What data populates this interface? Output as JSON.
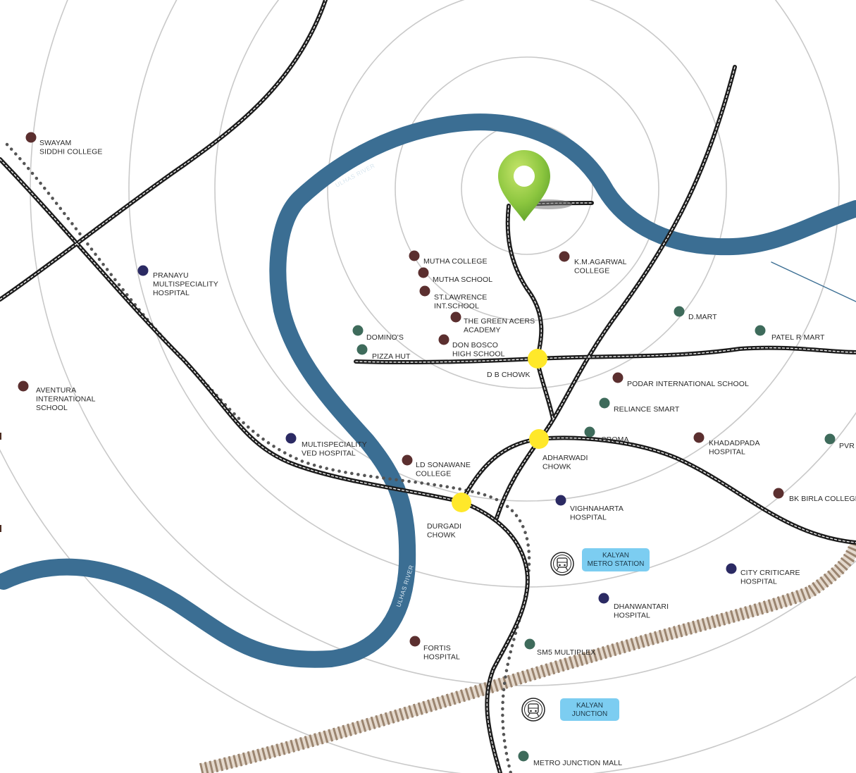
{
  "map": {
    "rivers": [
      {
        "id": "river-north",
        "label": "ULHAS RIVER"
      },
      {
        "id": "river-west",
        "label": "ULHAS RIVER"
      }
    ],
    "chowks": [
      {
        "id": "db-chowk",
        "lines": [
          "D B CHOWK"
        ]
      },
      {
        "id": "adharwadi-chowk",
        "lines": [
          "ADHARWADI",
          "CHOWK"
        ]
      },
      {
        "id": "durgadi-chowk",
        "lines": [
          "DURGADI",
          "CHOWK"
        ]
      }
    ],
    "stations": [
      {
        "id": "kalyan-metro-station",
        "lines": [
          "KALYAN",
          "METRO STATION"
        ],
        "icon": "metro-train-icon"
      },
      {
        "id": "kalyan-junction",
        "lines": [
          "KALYAN",
          "JUNCTION"
        ],
        "icon": "railway-train-icon"
      }
    ],
    "legend_colors": {
      "education": "#5b2f2f",
      "healthcare": "#2b2a63",
      "shopping_food": "#3e6b5b",
      "river": "#3b6e93",
      "chowk": "#ffe82a",
      "station_badge": "#7ccdf1",
      "rail_track": "#9b8570",
      "pin": "#8cc63f"
    },
    "pois": [
      {
        "id": "swayam-siddhi-college",
        "category": "education",
        "lines": [
          "SWAYAM",
          "SIDDHI COLLEGE"
        ]
      },
      {
        "id": "pranayu-hospital",
        "category": "healthcare",
        "lines": [
          "PRANAYU",
          "MULTISPECIALITY",
          "HOSPITAL"
        ]
      },
      {
        "id": "aventura-school",
        "category": "education",
        "lines": [
          "AVENTURA",
          "INTERNATIONAL",
          "SCHOOL"
        ]
      },
      {
        "id": "mutha-college",
        "category": "education",
        "lines": [
          "MUTHA COLLEGE"
        ]
      },
      {
        "id": "mutha-school",
        "category": "education",
        "lines": [
          "MUTHA SCHOOL"
        ]
      },
      {
        "id": "st-lawrence-school",
        "category": "education",
        "lines": [
          "ST.LAWRENCE",
          "INT.SCHOOL"
        ]
      },
      {
        "id": "km-agarwal-college",
        "category": "education",
        "lines": [
          "K.M.AGARWAL",
          "COLLEGE"
        ]
      },
      {
        "id": "green-acers-academy",
        "category": "education",
        "lines": [
          "THE GREEN ACERS",
          "ACADEMY"
        ]
      },
      {
        "id": "dominos",
        "category": "shopping_food",
        "lines": [
          "DOMINO'S"
        ]
      },
      {
        "id": "don-bosco-school",
        "category": "education",
        "lines": [
          "DON BOSCO",
          "HIGH SCHOOL"
        ]
      },
      {
        "id": "pizza-hut",
        "category": "shopping_food",
        "lines": [
          "PIZZA HUT"
        ]
      },
      {
        "id": "d-mart",
        "category": "shopping_food",
        "lines": [
          "D.MART"
        ]
      },
      {
        "id": "patel-r-mart",
        "category": "shopping_food",
        "lines": [
          "PATEL R MART"
        ]
      },
      {
        "id": "podar-school",
        "category": "education",
        "lines": [
          "PODAR INTERNATIONAL SCHOOL"
        ]
      },
      {
        "id": "reliance-smart",
        "category": "shopping_food",
        "lines": [
          "RELIANCE SMART"
        ]
      },
      {
        "id": "croma",
        "category": "shopping_food",
        "lines": [
          "CROMA"
        ]
      },
      {
        "id": "khadadpada-hospital",
        "category": "education",
        "lines": [
          "KHADADPADA",
          "HOSPITAL"
        ]
      },
      {
        "id": "pvr",
        "category": "shopping_food",
        "lines": [
          "PVR"
        ]
      },
      {
        "id": "ved-hospital",
        "category": "healthcare",
        "lines": [
          "MULTISPECIALITY",
          "VED HOSPITAL"
        ]
      },
      {
        "id": "ld-sonawane-college",
        "category": "education",
        "lines": [
          "LD SONAWANE",
          "COLLEGE"
        ]
      },
      {
        "id": "vighnaharta-hospital",
        "category": "healthcare",
        "lines": [
          "VIGHNAHARTA",
          "HOSPITAL"
        ]
      },
      {
        "id": "bk-birla-college",
        "category": "education",
        "lines": [
          "BK BIRLA COLLEGE"
        ]
      },
      {
        "id": "city-criticare-hospital",
        "category": "healthcare",
        "lines": [
          "CITY CRITICARE",
          "HOSPITAL"
        ]
      },
      {
        "id": "dhanwantari-hospital",
        "category": "healthcare",
        "lines": [
          "DHANWANTARI",
          "HOSPITAL"
        ]
      },
      {
        "id": "fortis-hospital",
        "category": "education",
        "lines": [
          "FORTIS",
          "HOSPITAL"
        ]
      },
      {
        "id": "sm5-multiplex",
        "category": "shopping_food",
        "lines": [
          "SM5 MULTIPLEX"
        ]
      },
      {
        "id": "metro-junction-mall",
        "category": "shopping_food",
        "lines": [
          "METRO JUNCTION MALL"
        ]
      }
    ]
  }
}
